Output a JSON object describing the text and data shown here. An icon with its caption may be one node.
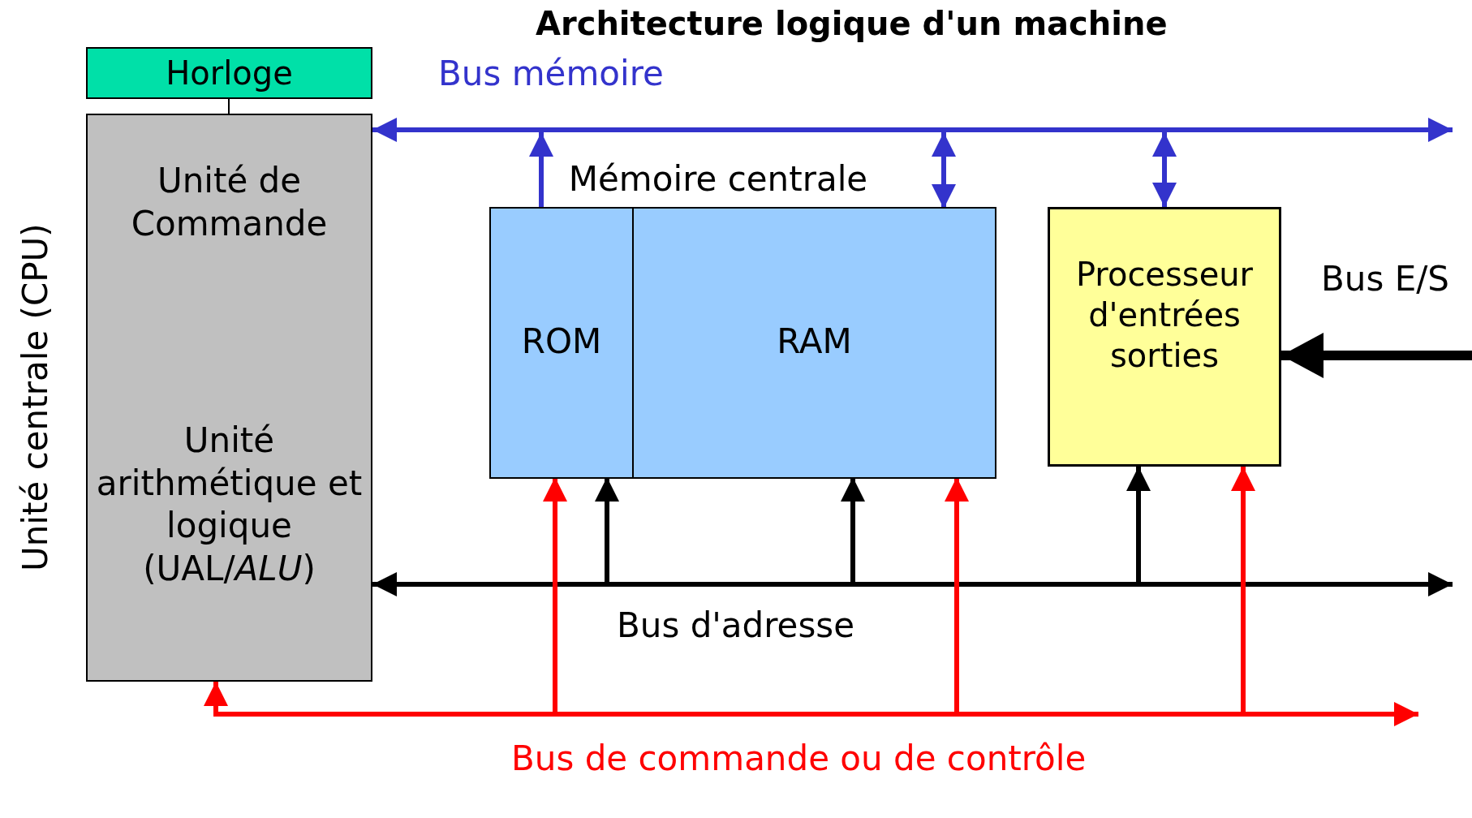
{
  "diagram": {
    "title": "Architecture logique d'un machine",
    "nodes": [
      {
        "text": [
          "Horloge"
        ]
      },
      {
        "text": [
          "Unité de Commande",
          "Unité arithmétique et logique (UAL/*ALU*)"
        ],
        "beside": [
          "Unité centrale (CPU)"
        ]
      },
      {
        "text": [
          "Bus mémoire"
        ]
      },
      {
        "text": [
          "Mémoire centrale"
        ]
      },
      {
        "text": [
          "ROM"
        ],
        "in": 3
      },
      {
        "text": [
          "RAM"
        ],
        "in": 3
      },
      {
        "text": [
          "Processeur d'entrées sorties"
        ]
      },
      {
        "text": [
          "Bus d'adresse"
        ]
      },
      {
        "text": [
          "Bus de commande ou de contrôle"
        ]
      }
    ],
    "edges": [
      {
        "from": 0,
        "to": 1,
        "arrow": "none"
      },
      {
        "from": 2,
        "to": 1,
        "arrow": "to",
        "color": "#3333cc"
      },
      {
        "from": 2,
        "to": null,
        "arrow": "to",
        "color": "#3333cc"
      },
      {
        "from": 4,
        "to": 2,
        "arrow": "to",
        "color": "#3333cc"
      },
      {
        "from": 2,
        "to": 5,
        "arrow": "both",
        "color": "#3333cc"
      },
      {
        "from": 2,
        "to": 6,
        "arrow": "both",
        "color": "#3333cc"
      },
      {
        "from": null,
        "to": 6,
        "arrow": "to",
        "label": "Bus E/S",
        "style": "thick"
      },
      {
        "from": 7,
        "to": 1,
        "arrow": "to"
      },
      {
        "from": 7,
        "to": null,
        "arrow": "to"
      },
      {
        "from": 7,
        "to": 4,
        "arrow": "to"
      },
      {
        "from": 7,
        "to": 5,
        "arrow": "to"
      },
      {
        "from": 7,
        "to": 6,
        "arrow": "to"
      },
      {
        "from": 8,
        "to": 1,
        "arrow": "to",
        "color": "#ff0000"
      },
      {
        "from": 8,
        "to": null,
        "arrow": "to",
        "color": "#ff0000"
      },
      {
        "from": 8,
        "to": 4,
        "arrow": "to",
        "color": "#ff0000"
      },
      {
        "from": 8,
        "to": 5,
        "arrow": "to",
        "color": "#ff0000"
      },
      {
        "from": 8,
        "to": 6,
        "arrow": "to",
        "color": "#ff0000"
      }
    ]
  }
}
